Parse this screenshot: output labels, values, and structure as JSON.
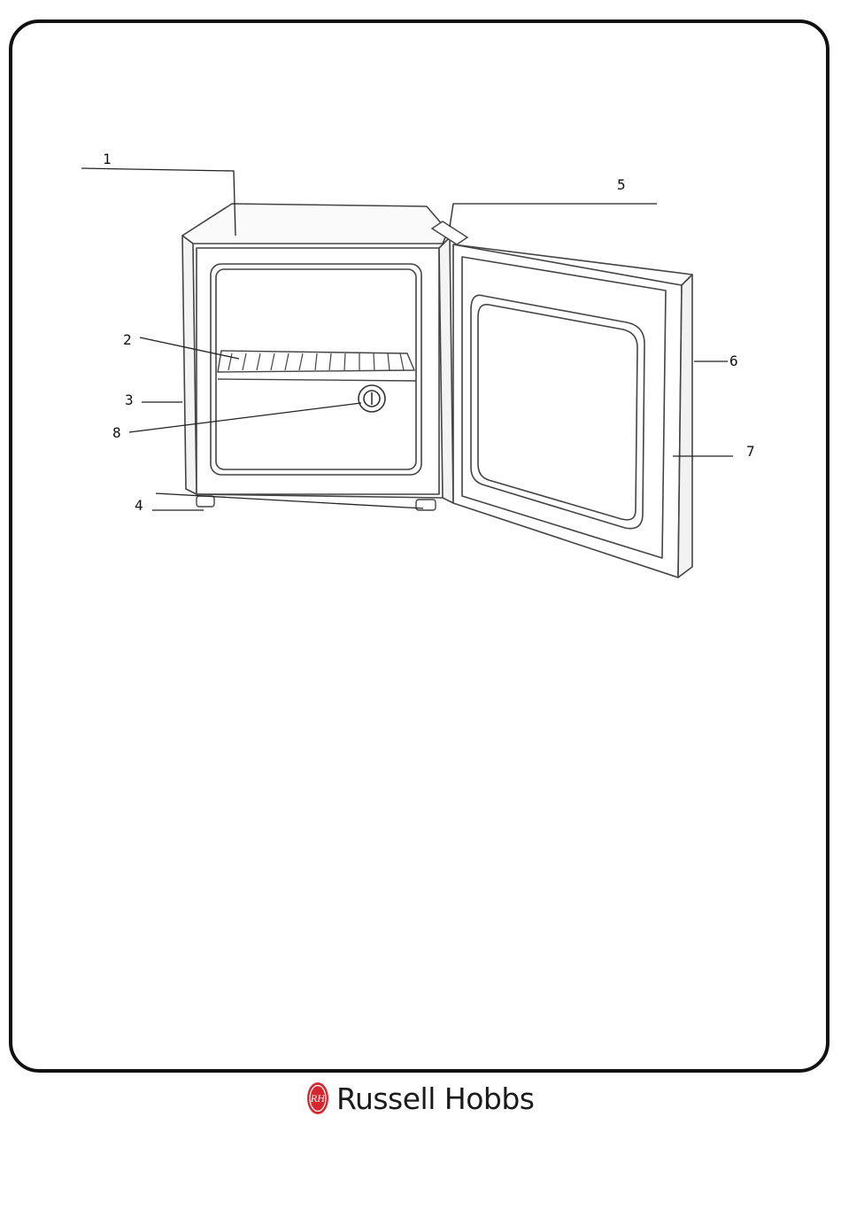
{
  "callouts": {
    "c1": "1",
    "c2": "2",
    "c3": "3",
    "c4": "4",
    "c5": "5",
    "c6": "6",
    "c7": "7",
    "c8": "8"
  },
  "brand": {
    "name": "Russell Hobbs",
    "logo_icon": "rh-seal-icon",
    "logo_color": "#d7262e"
  },
  "colors": {
    "border": "#111111",
    "line": "#333333"
  }
}
